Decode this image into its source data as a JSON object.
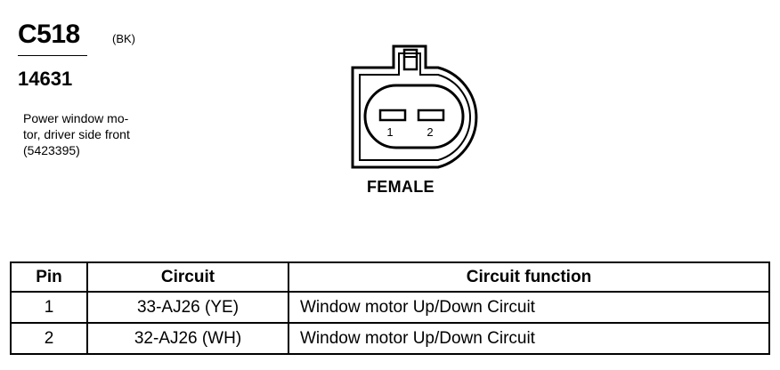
{
  "header": {
    "connector_id": "C518",
    "color_code": "(BK)",
    "part_number": "14631",
    "description": [
      "Power window mo-",
      "tor, driver side front",
      "(5423395)"
    ]
  },
  "connector_view": {
    "pin_labels": [
      "1",
      "2"
    ],
    "gender": "FEMALE"
  },
  "pin_table": {
    "headers": [
      "Pin",
      "Circuit",
      "Circuit function"
    ],
    "rows": [
      {
        "pin": "1",
        "circuit": "33-AJ26 (YE)",
        "function": "Window motor Up/Down Circuit"
      },
      {
        "pin": "2",
        "circuit": "32-AJ26 (WH)",
        "function": "Window motor Up/Down Circuit"
      }
    ]
  }
}
